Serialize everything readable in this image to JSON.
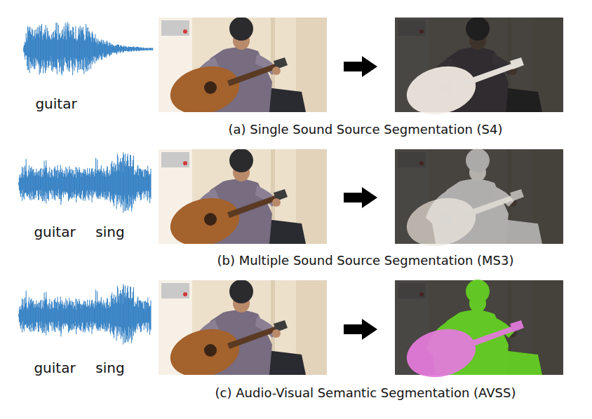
{
  "diagram": {
    "labels": [
      "guitar",
      "(a) Single Sound Source Segmentation (S4)",
      "guitar",
      "sing",
      "(b) Multiple Sound Source Segmentation (MS3)",
      "guitar",
      "sing",
      "(c) Audio-Visual Semantic Segmentation (AVSS)"
    ]
  }
}
